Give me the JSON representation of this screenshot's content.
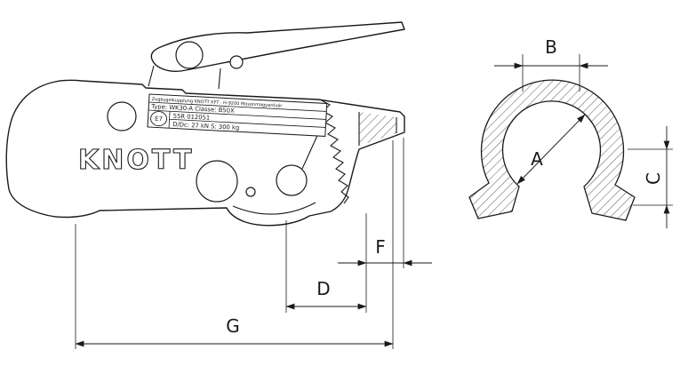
{
  "side_view": {
    "brand": "KNOTT",
    "plate": {
      "line1": "Zugkugelkupplung KNOTT KFT · H-9200 Mosonmagyaróvár",
      "line2": "Type: WK30-A   Classe: B50X",
      "e_mark": "E7",
      "approval": "55R 012051",
      "load": "D/Dc: 27 kN S: 300 kg"
    }
  },
  "dimensions": {
    "A": "A",
    "B": "B",
    "C": "C",
    "D": "D",
    "F": "F",
    "G": "G"
  },
  "colors": {
    "line": "#1a1a1a",
    "background": "#ffffff"
  }
}
